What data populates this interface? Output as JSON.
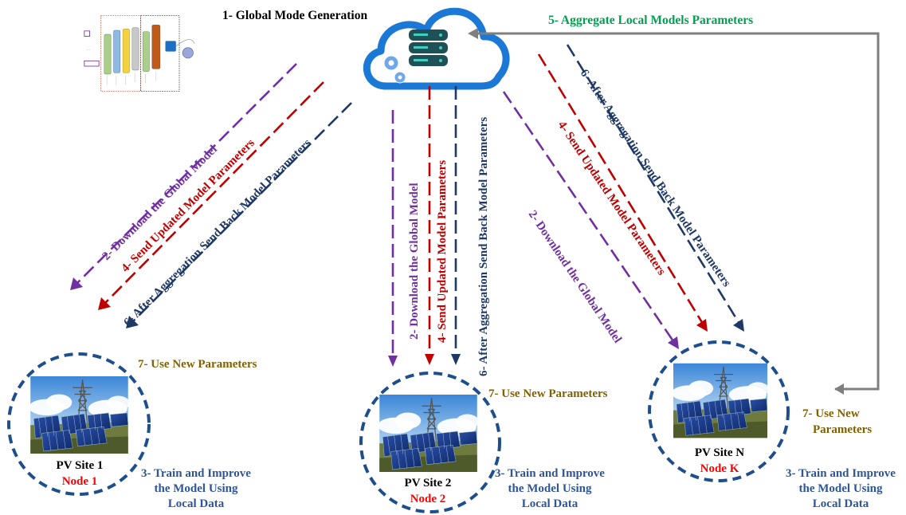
{
  "colors": {
    "purple": "#7030a0",
    "red": "#c00000",
    "navy": "#1f3864",
    "blue_text": "#2e5597",
    "olive": "#806000",
    "green": "#00a050",
    "gray_arrow": "#7f7f7f",
    "node_red": "#ff0000",
    "cloud_blue": "#1b78d4"
  },
  "title": "1- Global Mode Generation",
  "aggregate": "5- Aggregate Local Models Parameters",
  "download": "2- Download the Global Model",
  "send": "4- Send Updated Model Parameters",
  "after": "6- After Aggregation Send Back Model Parameters",
  "use_new": "7- Use New Parameters",
  "use_new_l1": "7- Use New",
  "use_new_l2": "Parameters",
  "train_l1": "3- Train and Improve",
  "train_l2": "the Model Using",
  "train_l3": "Local Data",
  "sites": [
    {
      "name": "PV Site 1",
      "node": "Node 1"
    },
    {
      "name": "PV Site 2",
      "node": "Node 2"
    },
    {
      "name": "PV Site N",
      "node": "Node K"
    }
  ],
  "icons": [
    "cloud-icon",
    "database-icon",
    "gear-icon",
    "neural-network-icon",
    "solar-panel-image"
  ]
}
